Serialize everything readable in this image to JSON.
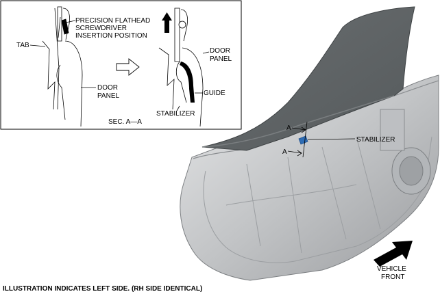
{
  "inset": {
    "label_precision": "PRECISION FLATHEAD",
    "label_screwdriver": "SCREWDRIVER",
    "label_insertion": "INSERTION POSITION",
    "label_tab": "TAB",
    "label_door_left_1": "DOOR",
    "label_door_left_2": "PANEL",
    "label_door_right_1": "DOOR",
    "label_door_right_2": "PANEL",
    "label_guide": "GUIDE",
    "label_stabilizer": "STABILIZER",
    "label_section": "SEC. A—A"
  },
  "main": {
    "label_a_top": "A",
    "label_a_bottom": "A",
    "label_stabilizer": "STABILIZER",
    "label_vehicle": "VEHICLE",
    "label_front": "FRONT"
  },
  "footer": {
    "note": "ILLUSTRATION INDICATES LEFT SIDE. (RH SIDE IDENTICAL)"
  },
  "colors": {
    "door_panel": "#5e6264",
    "door_frame": "#c4c6c8",
    "stabilizer_highlight": "#2f6db5"
  }
}
